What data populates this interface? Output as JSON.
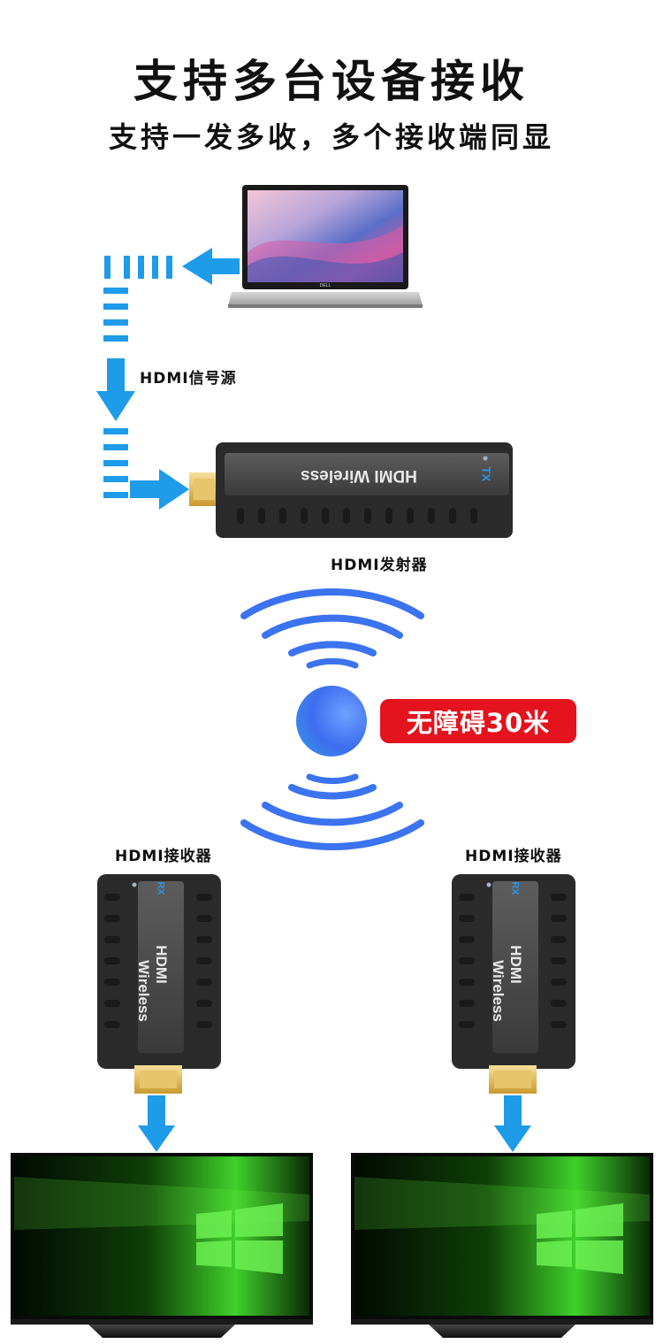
{
  "header": {
    "title": "支持多台设备接收",
    "subtitle": "支持一发多收，多个接收端同显"
  },
  "labels": {
    "source": "HDMI信号源",
    "transmitter": "HDMI发射器",
    "receiver_left": "HDMI接收器",
    "receiver_right": "HDMI接收器"
  },
  "range_badge": "无障碍30米",
  "devices": {
    "transmitter_brand": "HDMI Wireless",
    "transmitter_code": "TX",
    "receiver_brand_line1": "HDMI",
    "receiver_brand_line2": "Wireless",
    "receiver_code": "RX"
  },
  "laptop_logo": "DELL",
  "colors": {
    "arrow": "#1e9be9",
    "badge": "#e4131d",
    "wave": "#3b73f0",
    "device_body": "#2b2b2b",
    "screen_green": "#3fd12b"
  },
  "icons": [
    "laptop-icon",
    "arrow-icon",
    "wireless-wave-icon",
    "hdmi-transmitter",
    "hdmi-receiver",
    "monitor-icon"
  ]
}
